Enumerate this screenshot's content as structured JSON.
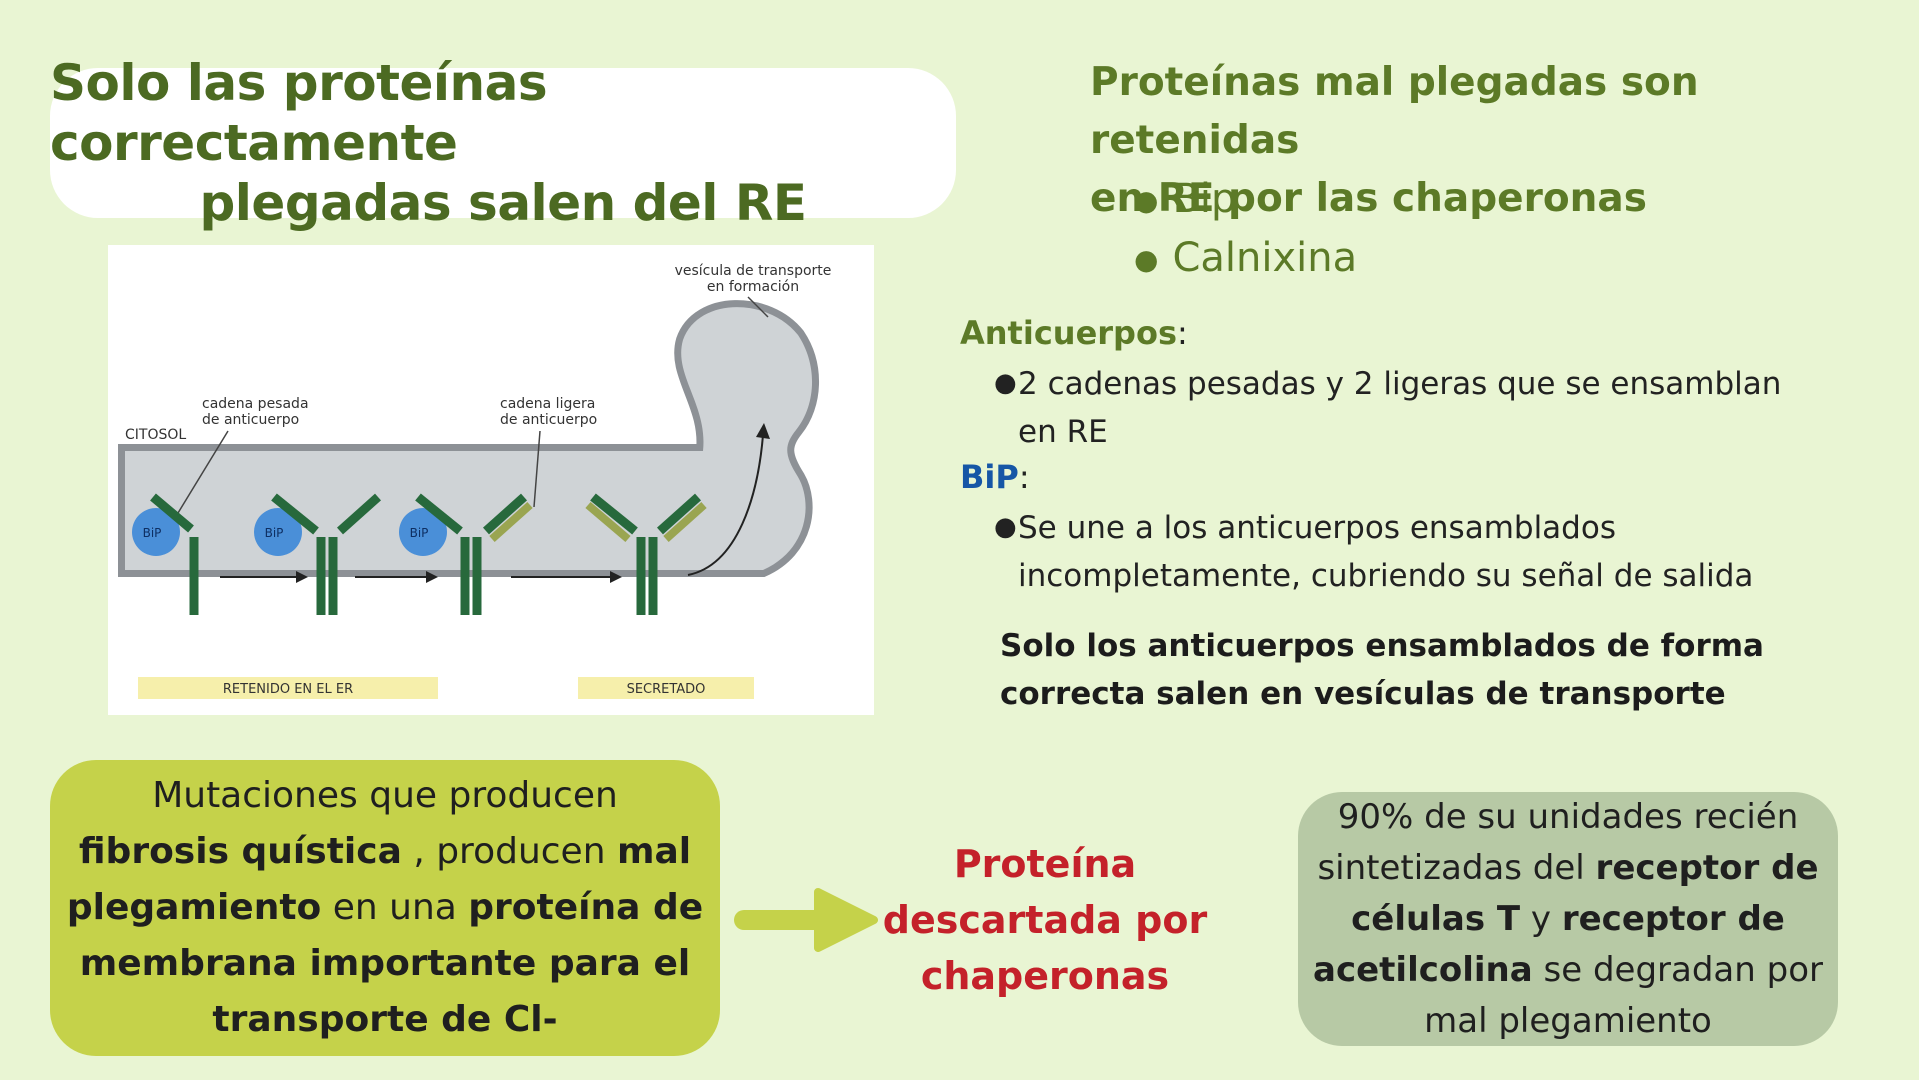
{
  "title": {
    "line1": "Solo las proteínas correctamente",
    "line2": "plegadas salen del RE"
  },
  "figure": {
    "vesicle_label_1": "vesícula de transporte",
    "vesicle_label_2": "en formación",
    "heavy_label_1": "cadena pesada",
    "heavy_label_2": "de anticuerpo",
    "light_label_1": "cadena ligera",
    "light_label_2": "de anticuerpo",
    "cytosol": "CITOSOL",
    "bip": "BiP",
    "retained": "RETENIDO EN EL ER",
    "secreted": "SECRETADO"
  },
  "right": {
    "heading_line1": "Proteínas mal plegadas son retenidas",
    "heading_line2": "en RE por las chaperonas",
    "chaperones": [
      "Bip",
      "Calnixina"
    ]
  },
  "antibodies": {
    "label": "Anticuerpos",
    "colon": ":",
    "line1": "2 cadenas  pesadas y 2 ligeras que se ensamblan",
    "line2": "en RE"
  },
  "bip_section": {
    "label": "BiP",
    "colon": ":",
    "line1": "Se une a los anticuerpos ensamblados",
    "line2": "incompletamente, cubriendo su señal de salida"
  },
  "note": {
    "line1": "Solo los anticuerpos ensamblados de forma",
    "line2": "correcta salen en vesículas de transporte"
  },
  "mutations": {
    "t1": "Mutaciones que producen",
    "b1": "fibrosis quística",
    "t2": " , producen ",
    "b2": "mal plegamiento",
    "t3": " en una ",
    "b3": "proteína de membrana importante para el transporte de Cl-"
  },
  "discarded": {
    "line1": "Proteína",
    "line2": "descartada por",
    "line3": "chaperonas"
  },
  "receptors": {
    "t1": "90% de su unidades recién sintetizadas del ",
    "b1": "receptor de células T",
    "t2": " y ",
    "b2": "receptor de acetilcolina",
    "t3": " se degradan por mal plegamiento"
  },
  "colors": {
    "background": "#e9f5d3",
    "heading_green": "#5c7a27",
    "title_green": "#4c6a22",
    "bip_blue": "#1656a6",
    "discard_red": "#c4212a",
    "mutation_box": "#c5d24a",
    "receptor_box": "#b7c9a5"
  }
}
